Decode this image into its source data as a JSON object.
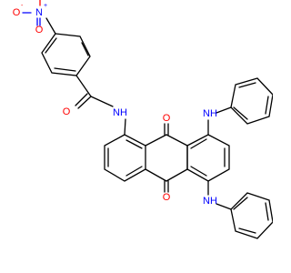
{
  "molecule": {
    "atoms": {
      "nitro_n": "N",
      "nitro_n_charge": "+",
      "nitro_o1": "O",
      "nitro_o1_charge": "-",
      "nitro_o2": "O",
      "amide_o": "O",
      "amide_nh": "NH",
      "quinone_o_top": "O",
      "quinone_o_bottom": "O",
      "amine_nh_top": "NH",
      "amine_nh_bottom": "NH"
    },
    "colors": {
      "carbon_bonds": "#000000",
      "nitrogen": "#0000ff",
      "oxygen": "#ff0000"
    }
  }
}
